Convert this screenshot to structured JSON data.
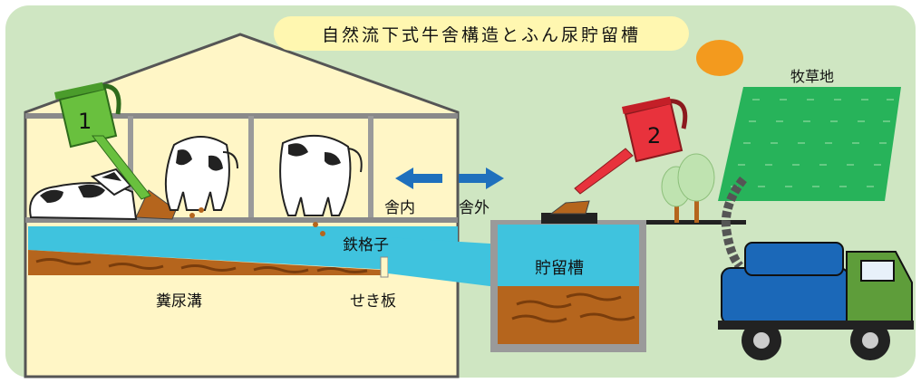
{
  "title": "自然流下式牛舎構造とふん尿貯留槽",
  "labels": {
    "pasture": "牧草地",
    "inside": "舎内",
    "outside": "舎外",
    "grate": "鉄格子",
    "manure_trench": "糞尿溝",
    "weir": "せき板",
    "storage_tank": "貯留槽"
  },
  "steps": {
    "step1": "1",
    "step2": "2"
  },
  "colors": {
    "background_green": "#cfe6c2",
    "barn_wall": "#fff6c6",
    "slurry_blue": "#3fc3de",
    "manure_brown": "#b5651d",
    "pasture_green": "#27b35a",
    "truck_tank": "#1b68b8",
    "truck_cab": "#5e9d3a",
    "can_green": "#69c03e",
    "can_red": "#e8323c",
    "arrow_blue": "#1f70bd",
    "sun_orange": "#f39a1e"
  }
}
